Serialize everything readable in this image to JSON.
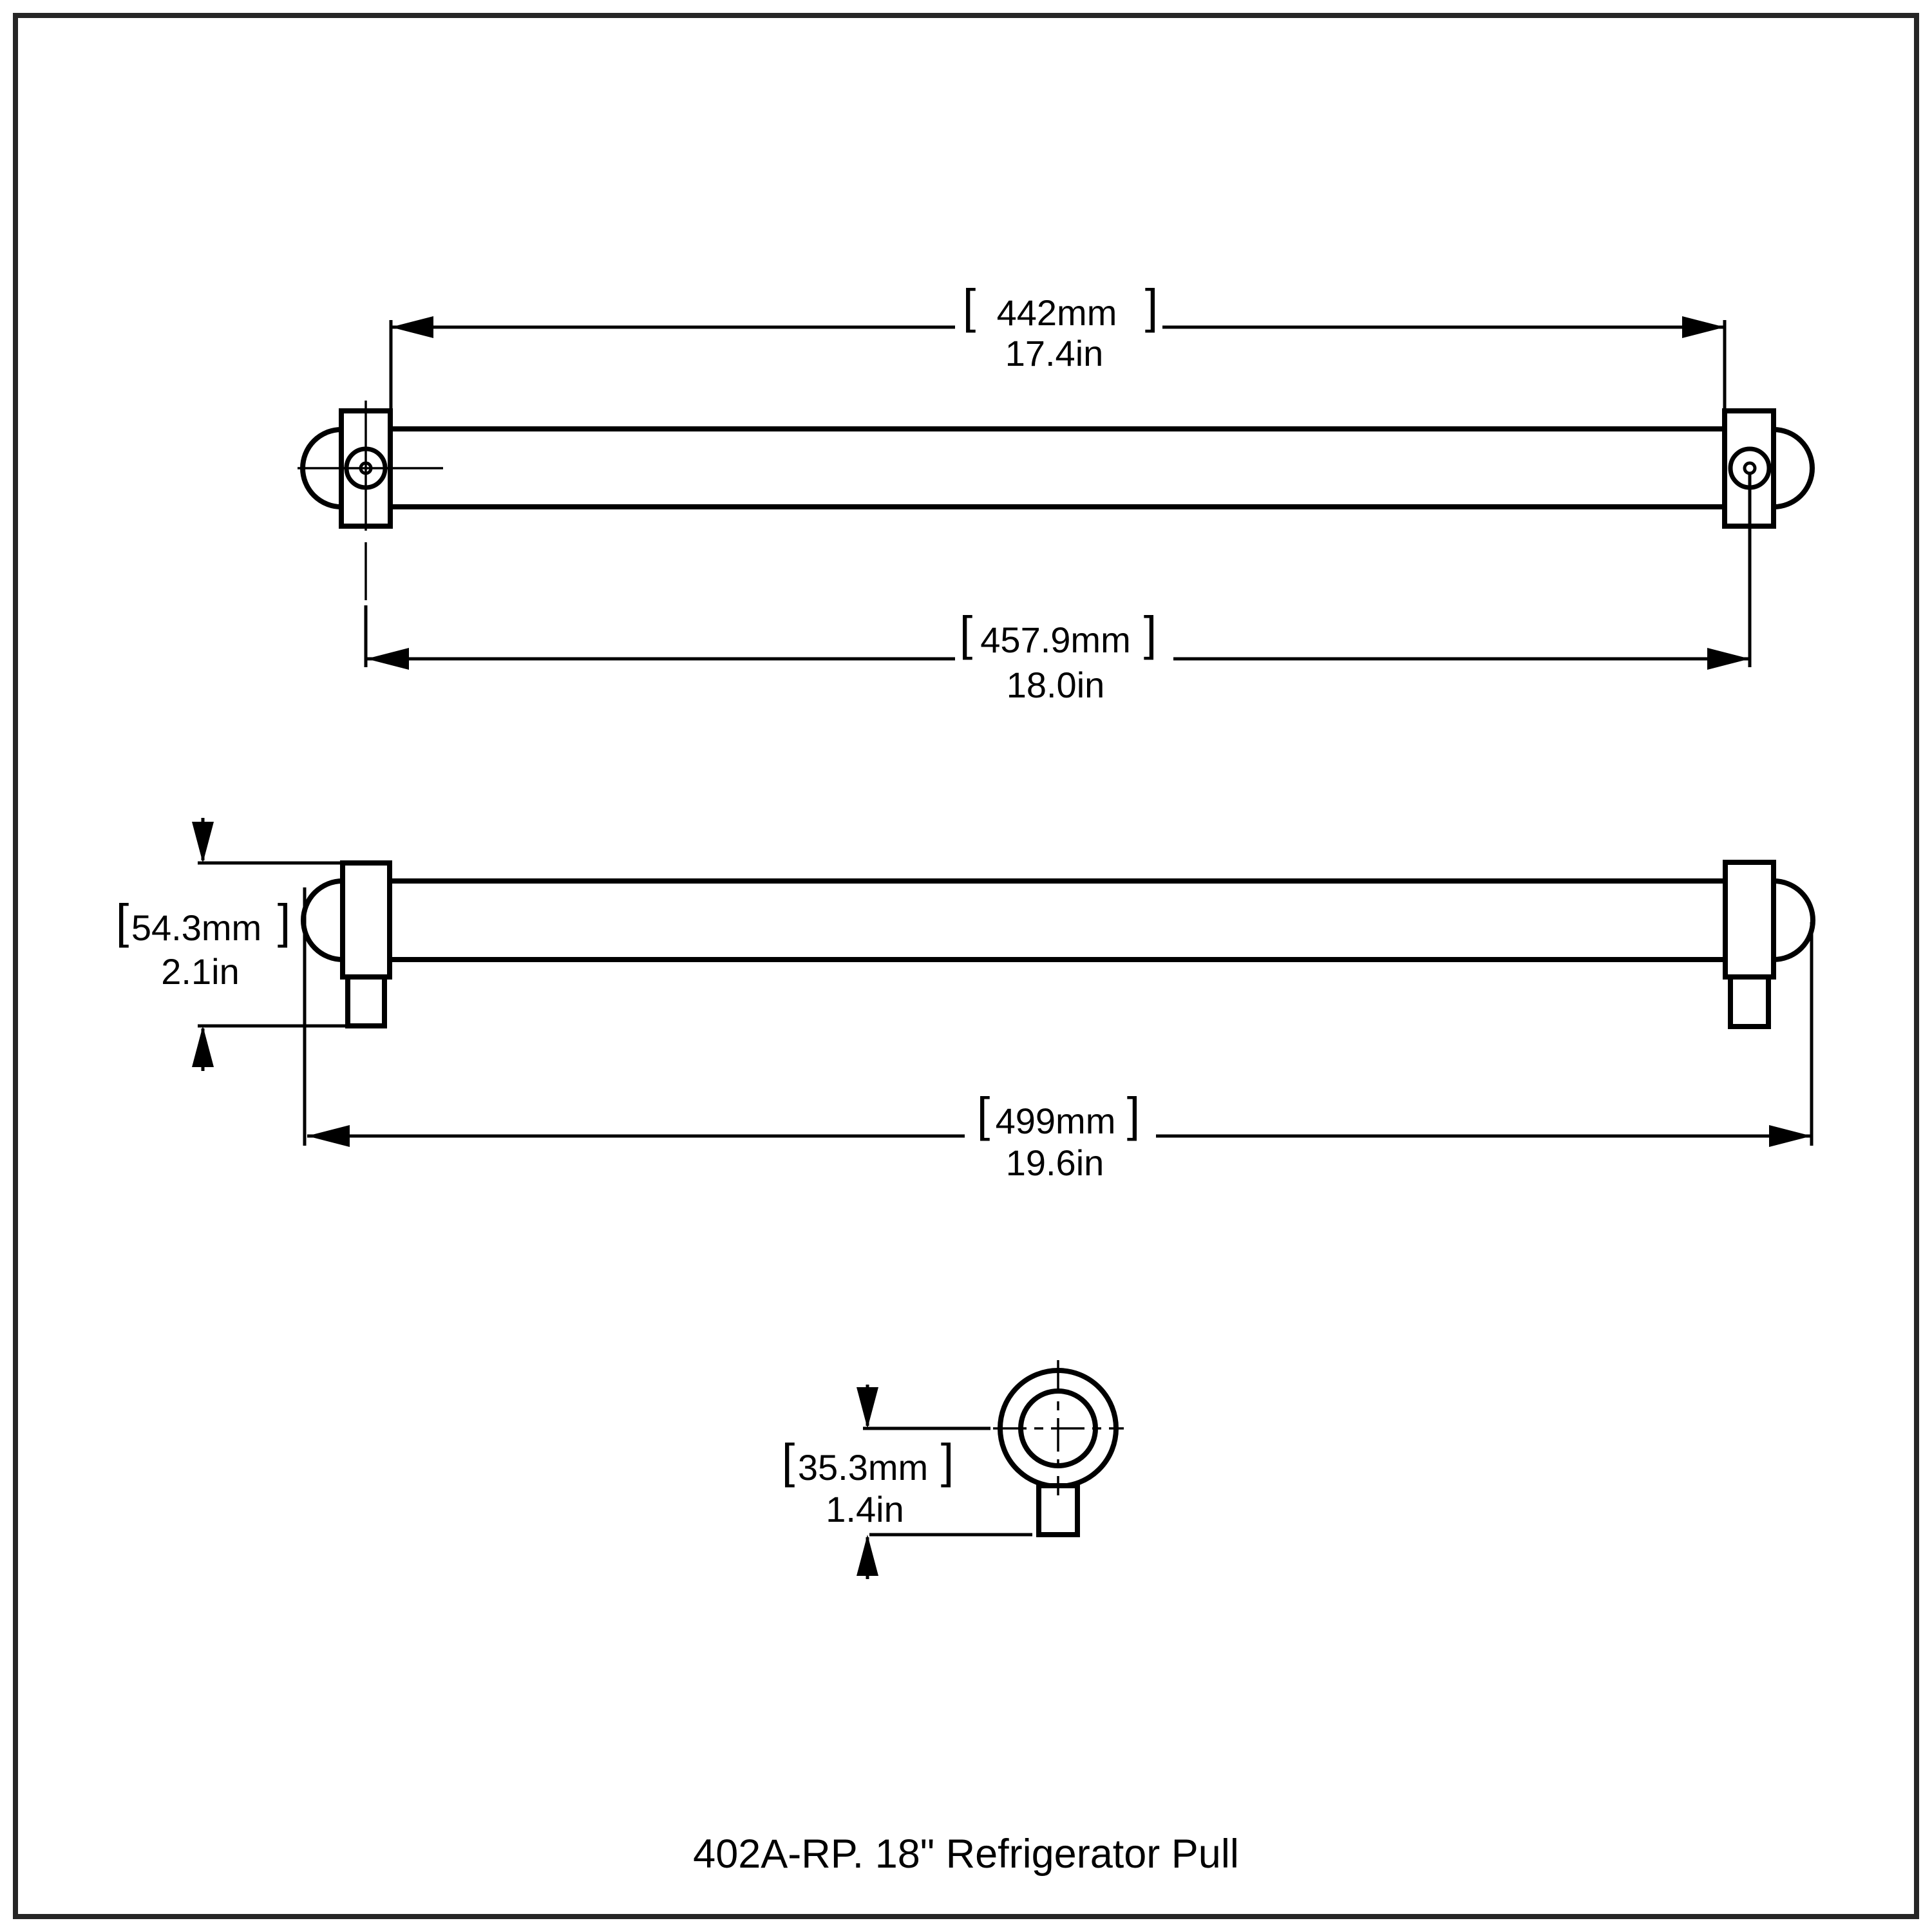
{
  "drawing": {
    "caption": "402A-RP. 18\" Refrigerator Pull",
    "bracket_open": "[",
    "bracket_close": "]",
    "colors": {
      "line": "#000000",
      "border": "#262626",
      "background": "#ffffff"
    },
    "views": {
      "plan": {
        "dim_center_span": {
          "mm": "442mm",
          "inch": "17.4in"
        },
        "dim_overall": {
          "mm": "457.9mm",
          "inch": "18.0in"
        }
      },
      "side": {
        "dim_height": {
          "mm": "54.3mm",
          "inch": "2.1in"
        },
        "dim_length": {
          "mm": "499mm",
          "inch": "19.6in"
        }
      },
      "end": {
        "dim_depth": {
          "mm": "35.3mm",
          "inch": "1.4in"
        }
      }
    }
  }
}
